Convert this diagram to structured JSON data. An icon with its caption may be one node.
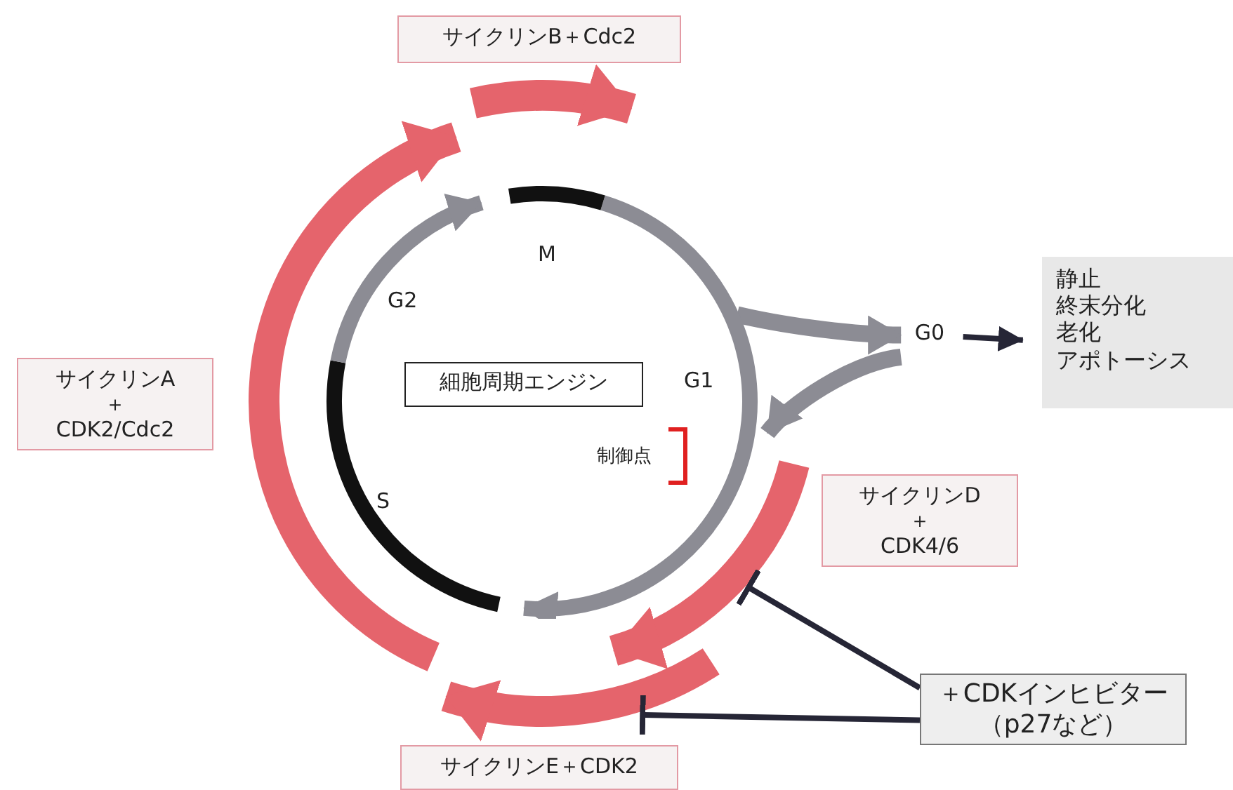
{
  "diagram": {
    "nodes": [
      {
        "text": [
          "サイクリンB＋Cdc2"
        ]
      },
      {
        "text": [
          "サイクリンA ＋ CDK2/Cdc2"
        ]
      },
      {
        "text": [
          "細胞周期エンジン"
        ],
        "in": 3
      },
      {
        "text": [],
        "shape": "circle"
      },
      {
        "text": [
          "G0"
        ]
      },
      {
        "text": [
          "静止",
          "終末分化",
          "老化",
          "アポトーシス"
        ]
      },
      {
        "text": [
          "サイクリンD ＋ CDK4/6"
        ]
      },
      {
        "text": [
          "＋CDKインヒビター（p27など）"
        ]
      },
      {
        "text": [
          "サイクリンE＋CDK2"
        ]
      }
    ],
    "edges": [
      {
        "from": 3,
        "to": 4,
        "arrow": "to",
        "color": "#8c8c94",
        "style": "thick"
      },
      {
        "from": 4,
        "to": 3,
        "arrow": "to",
        "color": "#8c8c94",
        "style": "thick"
      },
      {
        "from": 4,
        "to": 5,
        "arrow": "to"
      },
      {
        "from": 7,
        "to": 6,
        "arrow": "other"
      },
      {
        "from": 7,
        "to": 8,
        "arrow": "other"
      }
    ],
    "labels": [
      "M",
      "G2",
      "G1",
      "制御点",
      "S"
    ]
  }
}
